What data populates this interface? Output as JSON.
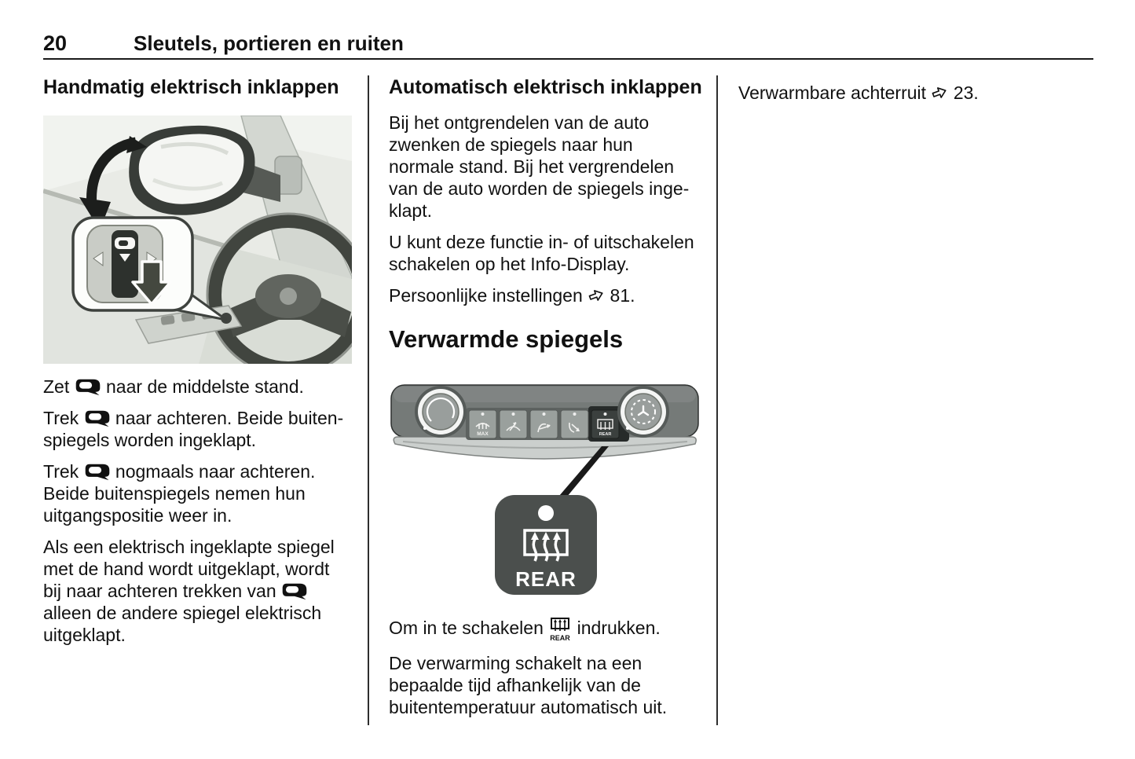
{
  "header": {
    "page_number": "20",
    "title": "Sleutels, portieren en ruiten"
  },
  "left_column": {
    "heading": "Handmatig elektrisch inklappen",
    "p1_pre": "Zet ",
    "p1_post": " naar de middelste stand.",
    "p2_pre": "Trek ",
    "p2_post": " naar achteren. Beide buiten-\nspiegels worden ingeklapt.",
    "p3_pre": "Trek ",
    "p3_post": " nogmaals naar achteren.\nBeide buitenspiegels nemen hun\nuitgangspositie weer in.",
    "p4_pre": "Als een elektrisch ingeklapte spiegel\nmet de hand wordt uitgeklapt, wordt\nbij naar achteren trekken van ",
    "p4_post": "\nalleen de andere spiegel elektrisch\nuitgeklapt."
  },
  "middle_column": {
    "heading": "Automatisch elektrisch inklappen",
    "p1": "Bij het ontgrendelen van de auto\nzwenken de spiegels naar hun\nnormale stand. Bij het vergrendelen\nvan de auto worden de spiegels inge-\nklapt.",
    "p2": "U kunt deze functie in- of uitschakelen\nschakelen op het Info-Display.",
    "p3_pre": "Persoonlijke instellingen ",
    "p3_ref": " 81.",
    "subheading": "Verwarmde spiegels",
    "p4_pre": "Om in te schakelen ",
    "p4_post": " indrukken.",
    "p5": "De verwarming schakelt na een\nbepaalde tijd afhankelijk van de\nbuitentemperatuur automatisch uit."
  },
  "right_column": {
    "p1_pre": "Verwarmbare achterruit ",
    "p1_ref": " 23."
  },
  "figures": {
    "climate_panel": {
      "button_max_label": "MAX",
      "button_rear_label": "REAR"
    },
    "rear_button_callout": {
      "label": "REAR"
    },
    "inline_rear_icon_label": "REAR"
  },
  "icons": {
    "folding_mirror": "side-mirror-silhouette",
    "reference_arrow": "page-reference-arrow",
    "heated_rear_window": "rear-window-defrost"
  },
  "colors": {
    "text": "#111111",
    "illustration_bg": "#e9ebe6",
    "panel_body": "#757a78",
    "rear_button_dark": "#3b403e",
    "callout_square": "#4b4f4d"
  }
}
